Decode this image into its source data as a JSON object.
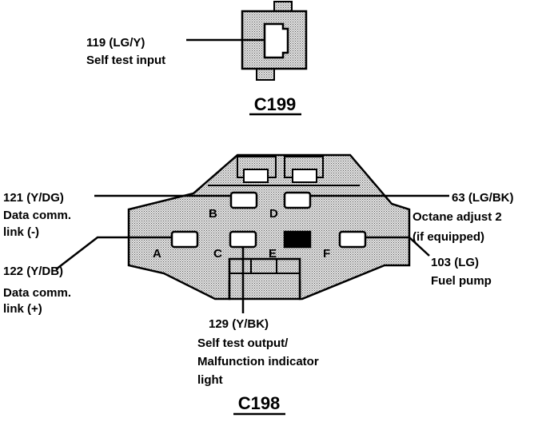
{
  "c199": {
    "title": "C199",
    "wire": "119 (LG/Y)",
    "desc": "Self test input"
  },
  "c198": {
    "title": "C198",
    "pins": {
      "a": "A",
      "b": "B",
      "c": "C",
      "d": "D",
      "e": "E",
      "f": "F"
    },
    "wires": {
      "pin_b": {
        "circuit": "121 (Y/DG)",
        "desc_line1": "Data comm.",
        "desc_line2": "link (-)"
      },
      "pin_a": {
        "circuit": "122 (Y/DB)",
        "desc_line1": "Data comm.",
        "desc_line2": "link (+)"
      },
      "pin_d": {
        "circuit": "63 (LG/BK)",
        "desc_line1": "Octane adjust 2",
        "desc_line2": "(if equipped)"
      },
      "pin_f": {
        "circuit": "103 (LG)",
        "desc_line1": "Fuel pump"
      },
      "pin_c": {
        "circuit": "129 (Y/BK)",
        "desc_line1": "Self test output/",
        "desc_line2": "Malfunction indicator",
        "desc_line3": "light"
      }
    }
  },
  "colors": {
    "ink": "#000000",
    "fill": "#d8d8d8",
    "background": "#ffffff"
  }
}
